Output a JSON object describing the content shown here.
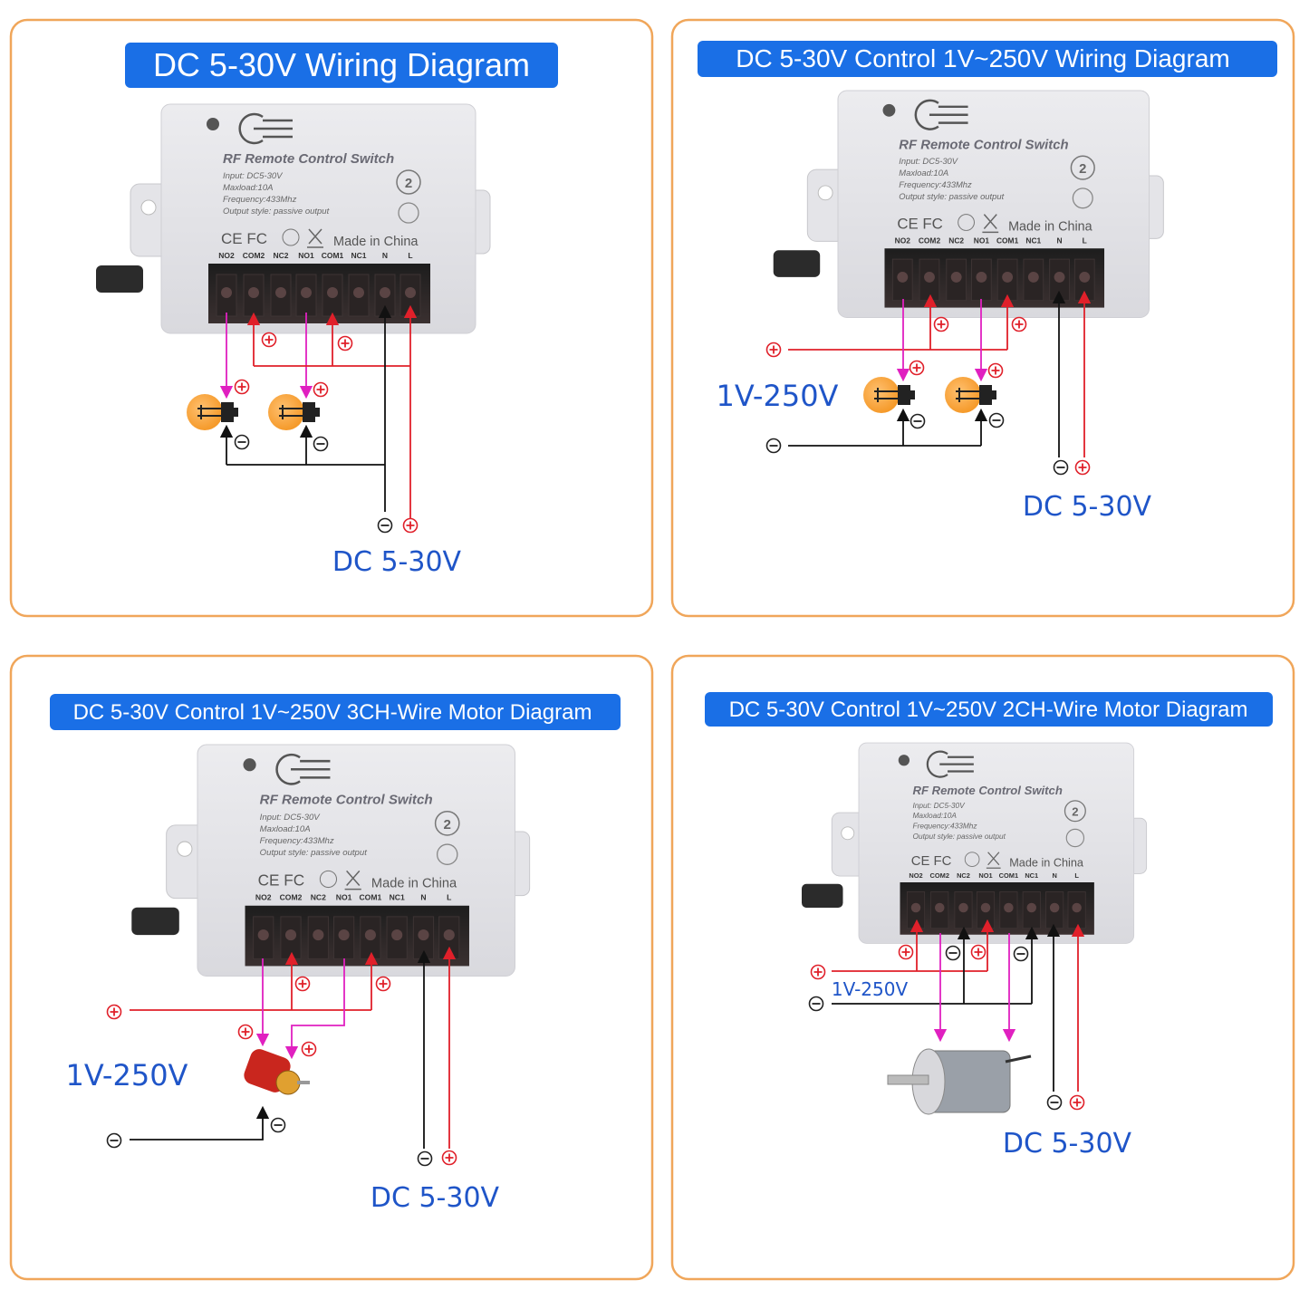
{
  "panels": [
    {
      "title": "DC 5-30V Wiring Diagram",
      "dc_label": "DC 5-30V"
    },
    {
      "title": "DC 5-30V Control 1V~250V Wiring  Diagram",
      "ac_label": "1V-250V",
      "dc_label": "DC 5-30V"
    },
    {
      "title": "DC 5-30V Control 1V~250V 3CH-Wire Motor Diagram",
      "ac_label": "1V-250V",
      "dc_label": "DC 5-30V"
    },
    {
      "title": "DC 5-30V Control 1V~250V 2CH-Wire Motor Diagram",
      "ac_label": "1V-250V",
      "dc_label": "DC 5-30V"
    }
  ],
  "device": {
    "name": "RF Remote Control Switch",
    "specs": [
      "Input: DC5-30V",
      "Maxload:10A",
      "Frequency:433Mhz",
      "Output  style: passive output"
    ],
    "cert_marks": "CE FC",
    "origin": "Made in China",
    "channel_badge": "2",
    "terminals": [
      "NO2",
      "COM2",
      "NC2",
      "NO1",
      "COM1",
      "NC1",
      "N",
      "L"
    ]
  },
  "colors": {
    "title_bg": "#1a6fe6",
    "panel_border": "#f0a65a",
    "label_blue": "#1f55c8",
    "positive_wire": "#e0202a",
    "negative_wire": "#111111",
    "load_wire": "#e020c0"
  }
}
